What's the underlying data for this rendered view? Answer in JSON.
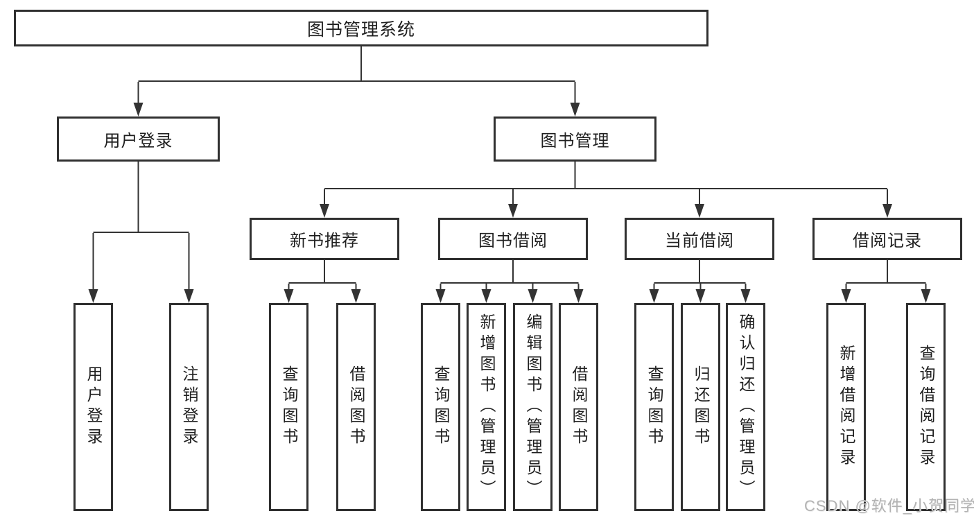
{
  "diagram": {
    "root": {
      "label": "图书管理系统"
    },
    "branches": [
      {
        "label": "用户登录",
        "children": [
          {
            "label": "用户登录"
          },
          {
            "label": "注销登录"
          }
        ]
      },
      {
        "label": "图书管理",
        "children": [
          {
            "label": "新书推荐",
            "children": [
              {
                "label": "查询图书"
              },
              {
                "label": "借阅图书"
              }
            ]
          },
          {
            "label": "图书借阅",
            "children": [
              {
                "label": "查询图书"
              },
              {
                "label": "新增图书（管理员）"
              },
              {
                "label": "编辑图书（管理员）"
              },
              {
                "label": "借阅图书"
              }
            ]
          },
          {
            "label": "当前借阅",
            "children": [
              {
                "label": "查询图书"
              },
              {
                "label": "归还图书"
              },
              {
                "label": "确认归还（管理员）"
              }
            ]
          },
          {
            "label": "借阅记录",
            "children": [
              {
                "label": "新增借阅记录"
              },
              {
                "label": "查询借阅记录"
              }
            ]
          }
        ]
      }
    ],
    "watermark": "CSDN @软件_小贺同学",
    "colors": {
      "line": "#333333",
      "box_border": "#303030",
      "box_fill": "#ffffff",
      "text": "#1f1f1f",
      "watermark": "#b2b2b2",
      "background": "#ffffff"
    }
  }
}
